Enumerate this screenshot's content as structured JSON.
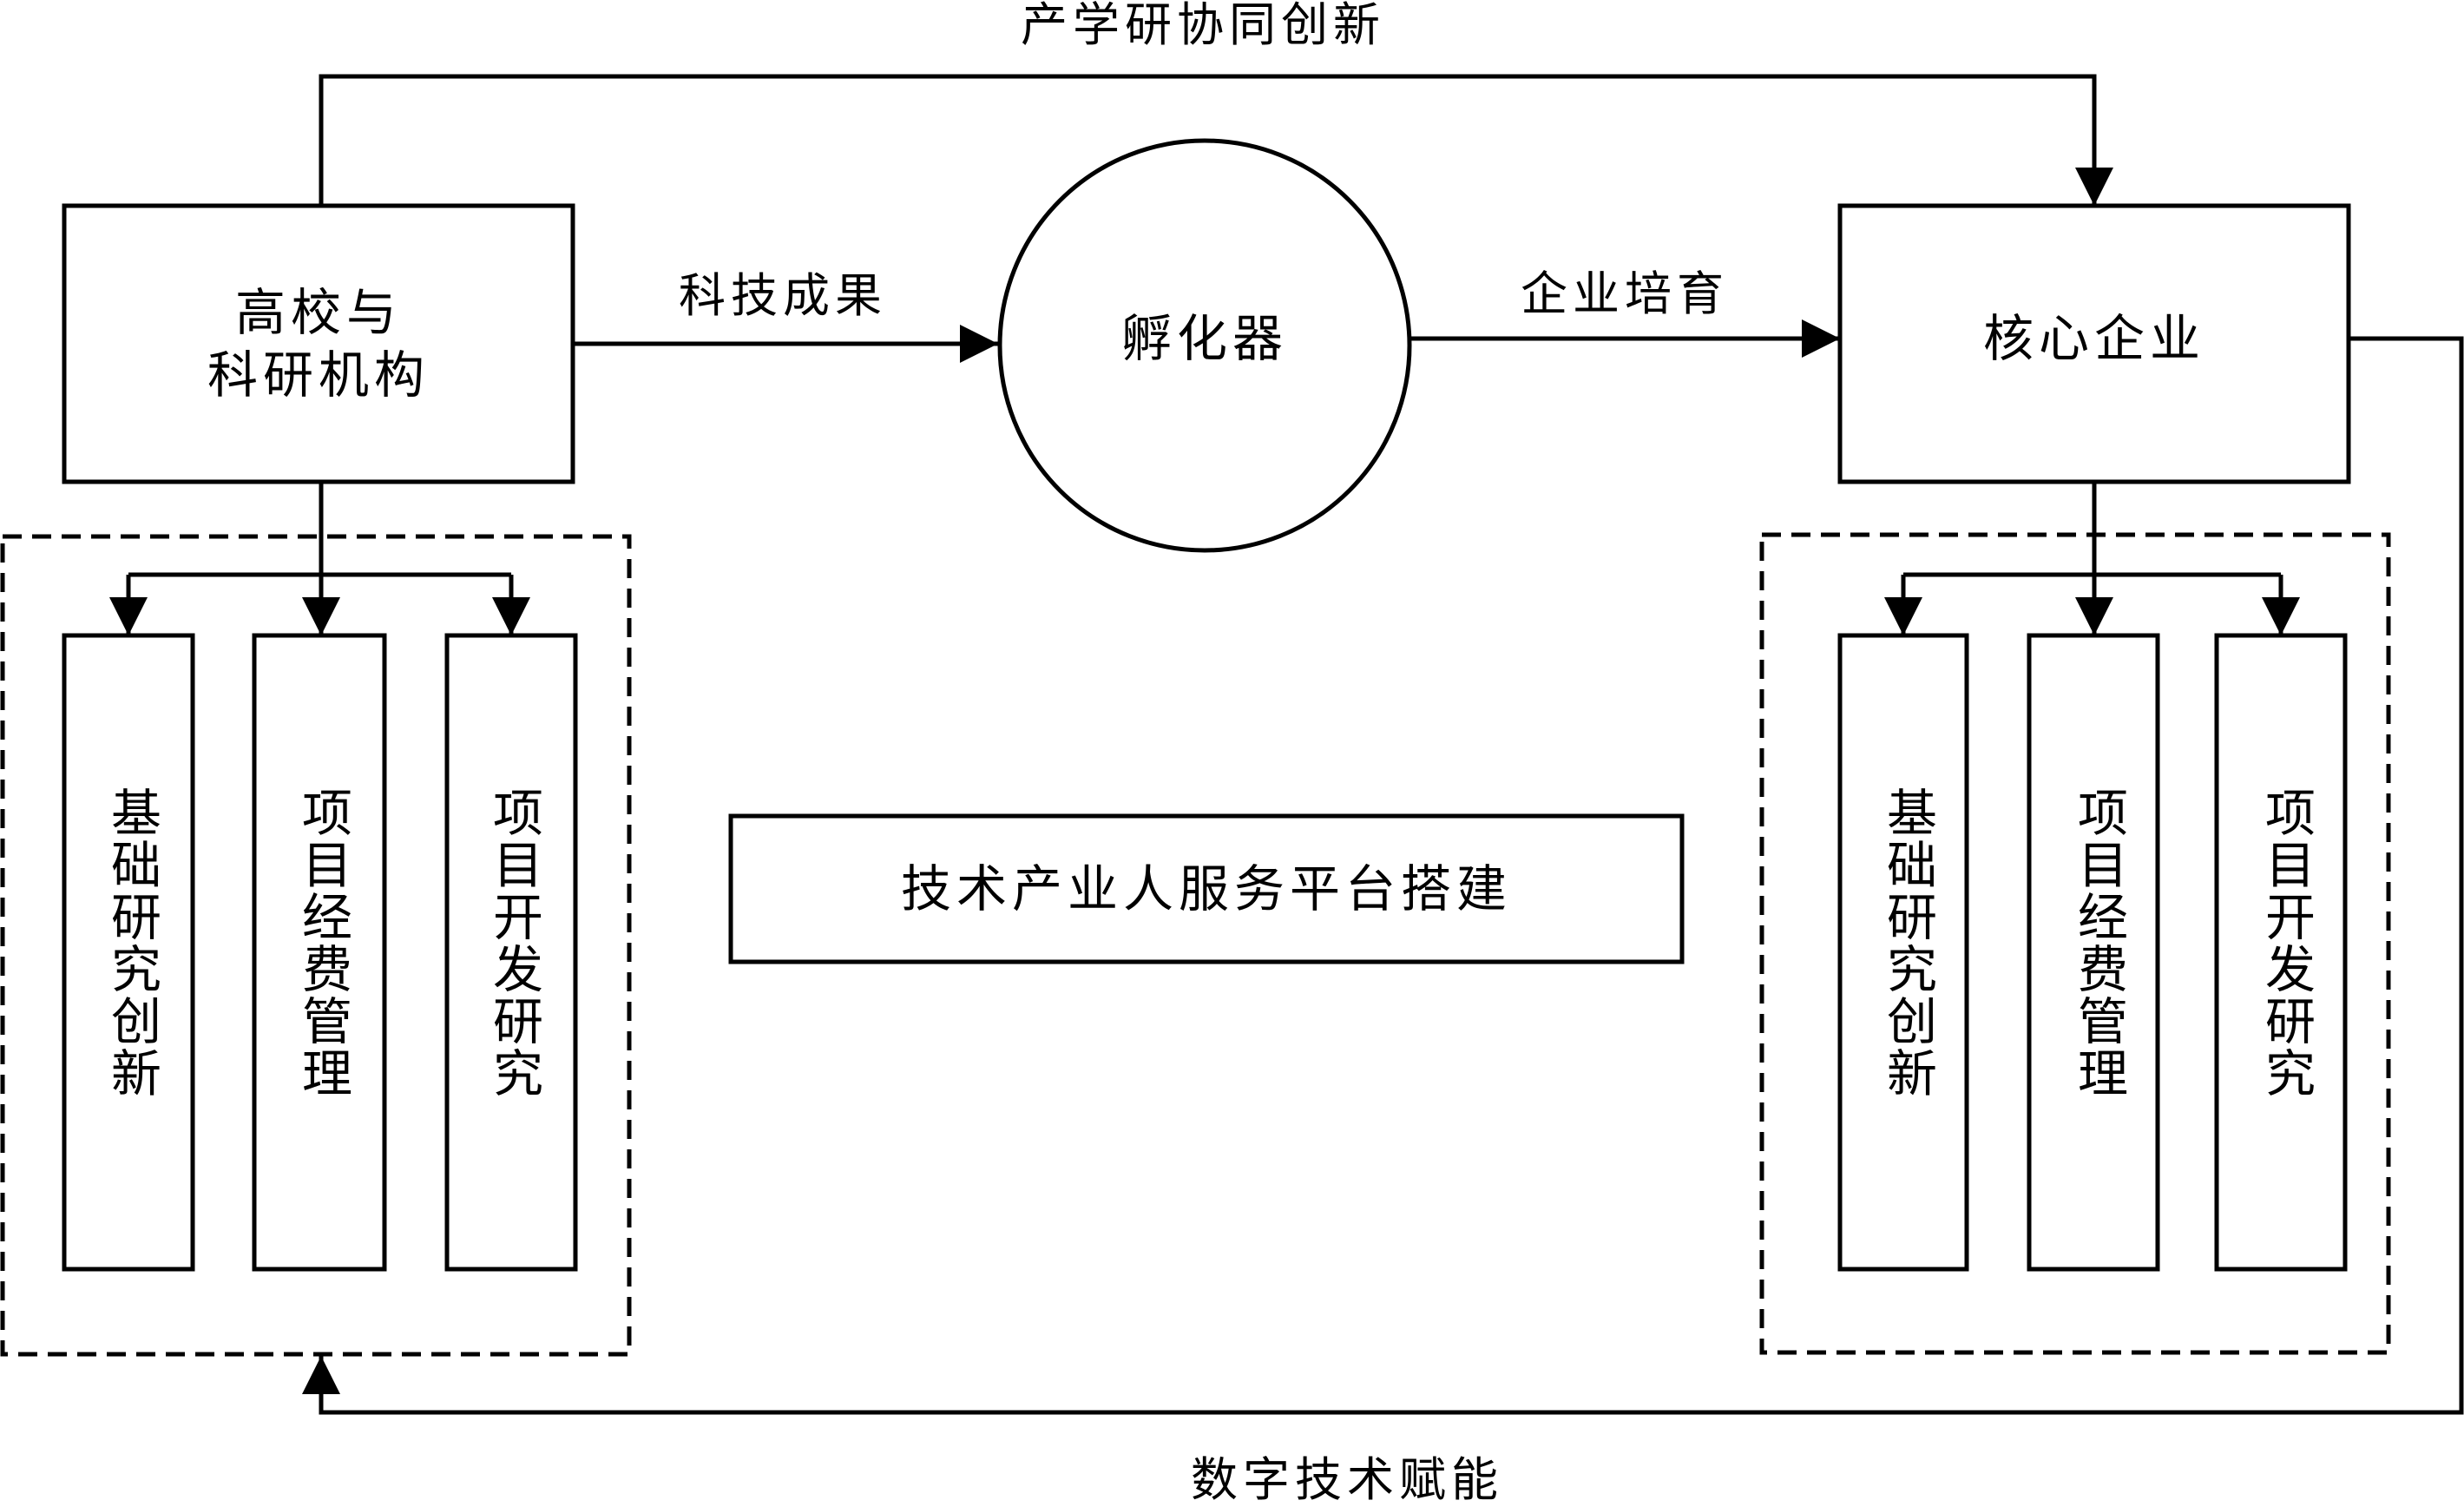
{
  "top_label": "产学研协同创新",
  "bottom_label": "数字技术赋能",
  "nodes": {
    "left_org": {
      "line1": "高校与",
      "line2": "科研机构"
    },
    "incubator": "孵化器",
    "core_enterprise": "核心企业",
    "platform": "技术产业人服务平台搭建"
  },
  "edges": {
    "tech_results": "科技成果",
    "enterprise_cultivation": "企业培育"
  },
  "left_group": [
    "基础研究创新",
    "项目经费管理",
    "项目开发研究"
  ],
  "right_group": [
    "基础研究创新",
    "项目经费管理",
    "项目开发研究"
  ],
  "colors": {
    "line": "#000000",
    "background": "#ffffff"
  }
}
